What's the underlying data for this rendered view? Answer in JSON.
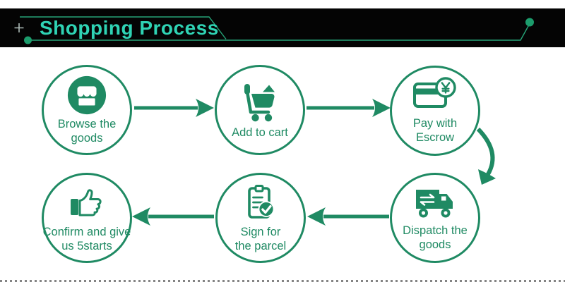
{
  "header": {
    "title": "Shopping Process"
  },
  "colors": {
    "green": "#1f8a63",
    "title": "#2fd3b4",
    "line": "#26a478",
    "dot": "#1c9c6c",
    "bar": "#040404",
    "divider": "#848484",
    "bg": "#ffffff"
  },
  "steps": [
    {
      "label": "Browse the\ngoods",
      "icon": "storefront-icon"
    },
    {
      "label": "Add to cart",
      "icon": "shopping-cart-icon"
    },
    {
      "label": "Pay with\nEscrow",
      "icon": "card-payment-yen-icon"
    },
    {
      "label": "Dispatch the\ngoods",
      "icon": "delivery-truck-icon"
    },
    {
      "label": "Sign for\nthe parcel",
      "icon": "clipboard-check-icon"
    },
    {
      "label": "Confirm and give\nus 5starts",
      "icon": "thumbs-up-icon"
    }
  ]
}
